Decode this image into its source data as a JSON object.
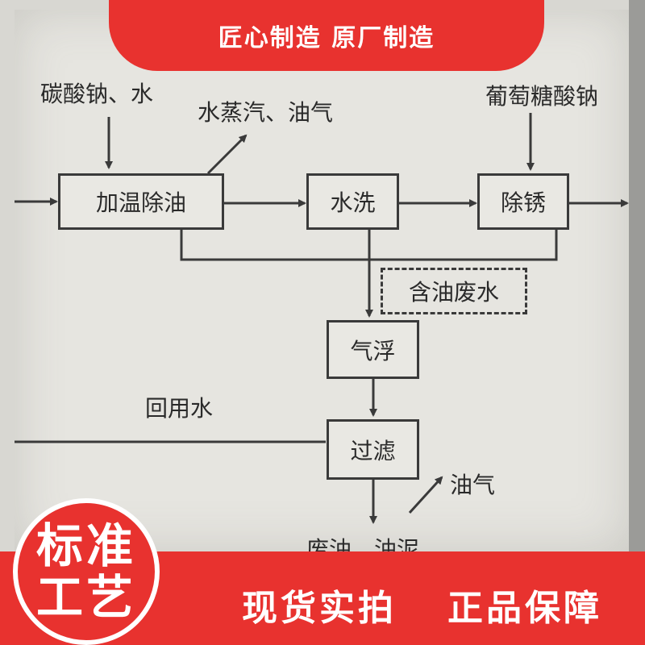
{
  "banner": {
    "top_text": "匠心制造 原厂制造"
  },
  "diagram": {
    "inputs": {
      "left_input": "碳酸钠、水",
      "right_input": "葡萄糖酸钠"
    },
    "emissions": {
      "vapor": "水蒸汽、油气",
      "oil_gas": "油气"
    },
    "steps": {
      "heat_degrease": "加温除油",
      "water_wash": "水洗",
      "rust_removal": "除锈",
      "air_flotation": "气浮",
      "filtration": "过滤"
    },
    "labels": {
      "oily_wastewater": "含油废水",
      "recycled_water": "回用水",
      "waste_oil_sludge": "废油、油泥"
    }
  },
  "badge": {
    "line1": "标准",
    "line2": "工艺"
  },
  "footer": {
    "left": "现货实拍",
    "right": "正品保障"
  }
}
